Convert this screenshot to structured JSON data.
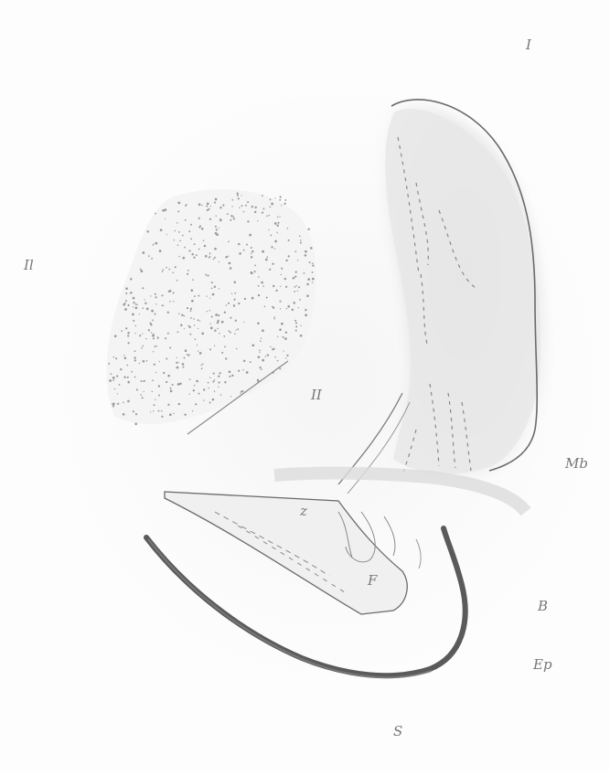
{
  "figure": {
    "labels": {
      "top_right": "I",
      "left": "Il",
      "center": "II",
      "right": "Mb",
      "z": "z",
      "f": "F",
      "b": "B",
      "ep": "Ep",
      "bottom": "S"
    },
    "colors": {
      "background": "#fdfdfd",
      "label": "#777777",
      "outline": "#6a6a6a",
      "tissue": "#e6e6e6",
      "epidermis": "#5a5a5a",
      "stipple": "#9a9a9a"
    }
  }
}
